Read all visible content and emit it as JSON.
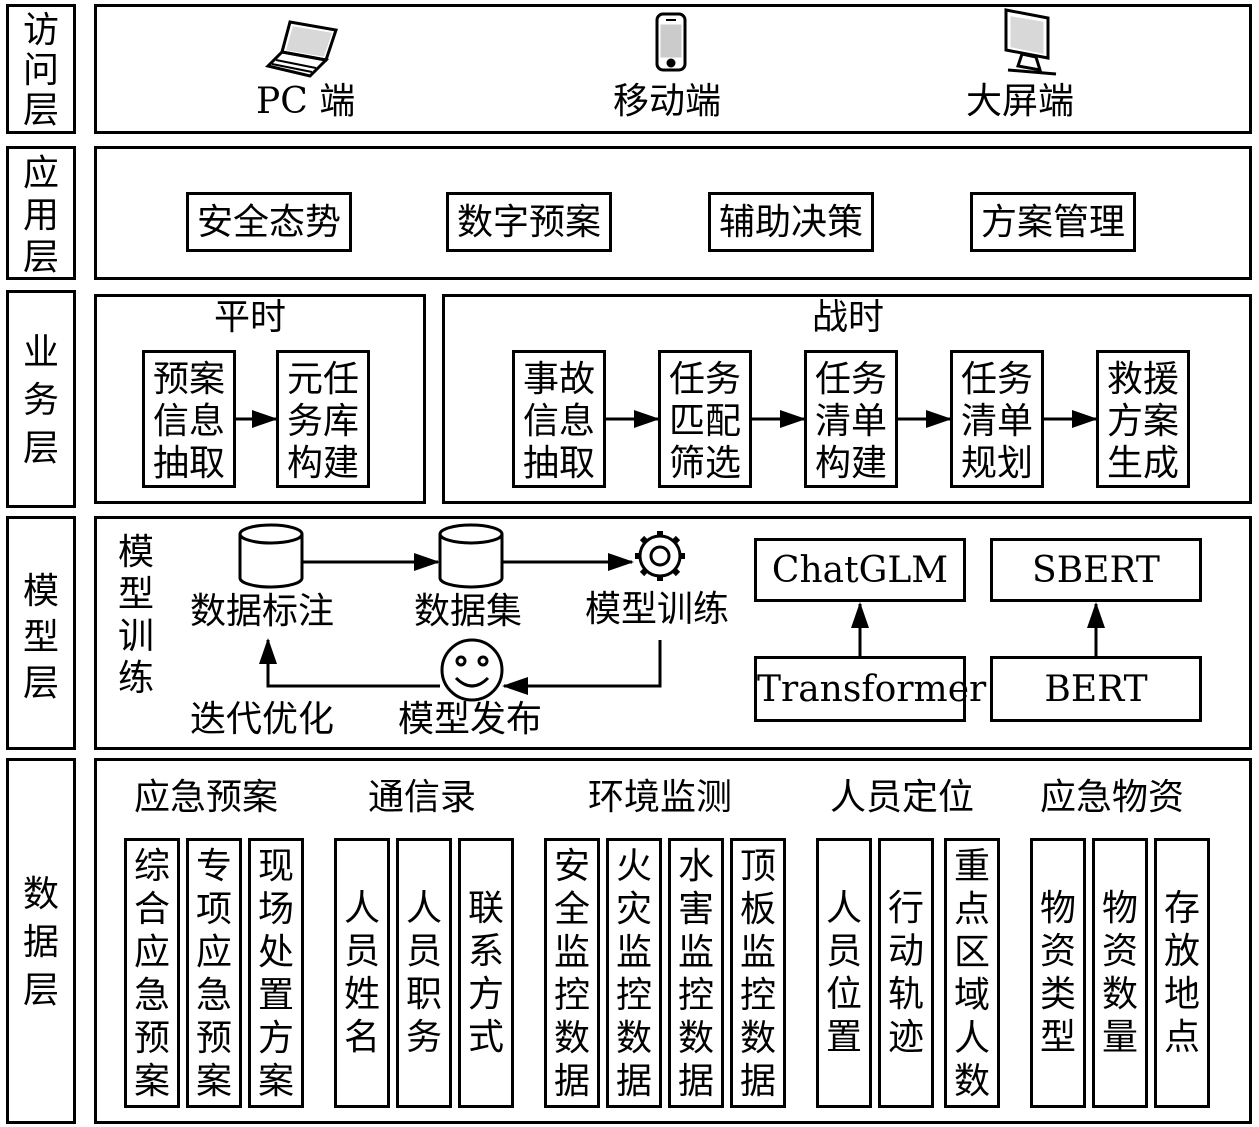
{
  "layers": {
    "access": "访\n问\n层",
    "application": "应\n用\n层",
    "business": "业\n务\n层",
    "model": "模\n型\n层",
    "data": "数\n据\n层"
  },
  "access": {
    "pc": "PC 端",
    "mobile": "移动端",
    "bigscreen": "大屏端",
    "pc_icon": "laptop-icon",
    "mobile_icon": "phone-icon",
    "bigscreen_icon": "monitor-icon"
  },
  "application": {
    "items": [
      "安全态势",
      "数字预案",
      "辅助决策",
      "方案管理"
    ]
  },
  "business": {
    "peacetime": {
      "title": "平时",
      "steps": [
        "预案\n信息\n抽取",
        "元任\n务库\n构建"
      ]
    },
    "wartime": {
      "title": "战时",
      "steps": [
        "事故\n信息\n抽取",
        "任务\n匹配\n筛选",
        "任务\n清单\n构建",
        "任务\n清单\n规划",
        "救援\n方案\n生成"
      ]
    }
  },
  "model": {
    "training_label": "模\n型\n训\n练",
    "annotation": "数据标注",
    "dataset": "数据集",
    "training": "模型训练",
    "publish": "模型发布",
    "iterate": "迭代优化",
    "llm_top": "ChatGLM",
    "llm_base": "Transformer",
    "emb_top": "SBERT",
    "emb_base": "BERT",
    "icons": [
      "database-icon",
      "database-icon",
      "gear-icon",
      "smiley-icon"
    ]
  },
  "data": {
    "groups": [
      {
        "title": "应急预案",
        "items": [
          "综\n合\n应\n急\n预\n案",
          "专\n项\n应\n急\n预\n案",
          "现\n场\n处\n置\n方\n案"
        ]
      },
      {
        "title": "通信录",
        "items": [
          "人\n员\n姓\n名",
          "人\n员\n职\n务",
          "联\n系\n方\n式"
        ]
      },
      {
        "title": "环境监测",
        "items": [
          "安\n全\n监\n控\n数\n据",
          "火\n灾\n监\n控\n数\n据",
          "水\n害\n监\n控\n数\n据",
          "顶\n板\n监\n控\n数\n据"
        ]
      },
      {
        "title": "人员定位",
        "items": [
          "人\n员\n位\n置",
          "行\n动\n轨\n迹",
          "重\n点\n区\n域\n人\n数"
        ]
      },
      {
        "title": "应急物资",
        "items": [
          "物\n资\n类\n型",
          "物\n资\n数\n量",
          "存\n放\n地\n点"
        ]
      }
    ]
  }
}
